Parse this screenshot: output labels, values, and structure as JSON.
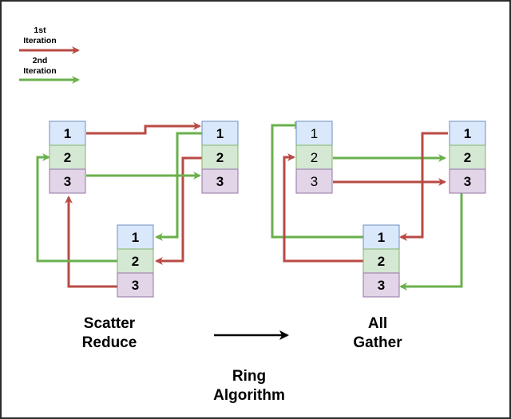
{
  "legend": {
    "first": {
      "line1": "1st",
      "line2": "Iteration"
    },
    "second": {
      "line1": "2nd",
      "line2": "Iteration"
    }
  },
  "colors": {
    "first_iteration": "#b84a44",
    "second_iteration": "#6ab04c",
    "chunk1_fill": "#dae8fc",
    "chunk1_stroke": "#6c8ebf",
    "chunk2_fill": "#d5e8d4",
    "chunk2_stroke": "#82b366",
    "chunk3_fill": "#e1d5e7",
    "chunk3_stroke": "#9673a6",
    "neutral_arrow": "#000000"
  },
  "nodes": {
    "scatter_left": {
      "chunks": [
        "1",
        "2",
        "3"
      ]
    },
    "scatter_right": {
      "chunks": [
        "1",
        "2",
        "3"
      ]
    },
    "scatter_bottom": {
      "chunks": [
        "1",
        "2",
        "3"
      ]
    },
    "gather_left": {
      "chunks": [
        "1",
        "2",
        "3"
      ]
    },
    "gather_right": {
      "chunks": [
        "1",
        "2",
        "3"
      ]
    },
    "gather_bottom": {
      "chunks": [
        "1",
        "2",
        "3"
      ]
    }
  },
  "captions": {
    "scatter_reduce": {
      "line1": "Scatter",
      "line2": "Reduce"
    },
    "all_gather": {
      "line1": "All",
      "line2": "Gather"
    },
    "ring_algorithm": {
      "line1": "Ring",
      "line2": "Algorithm"
    }
  }
}
